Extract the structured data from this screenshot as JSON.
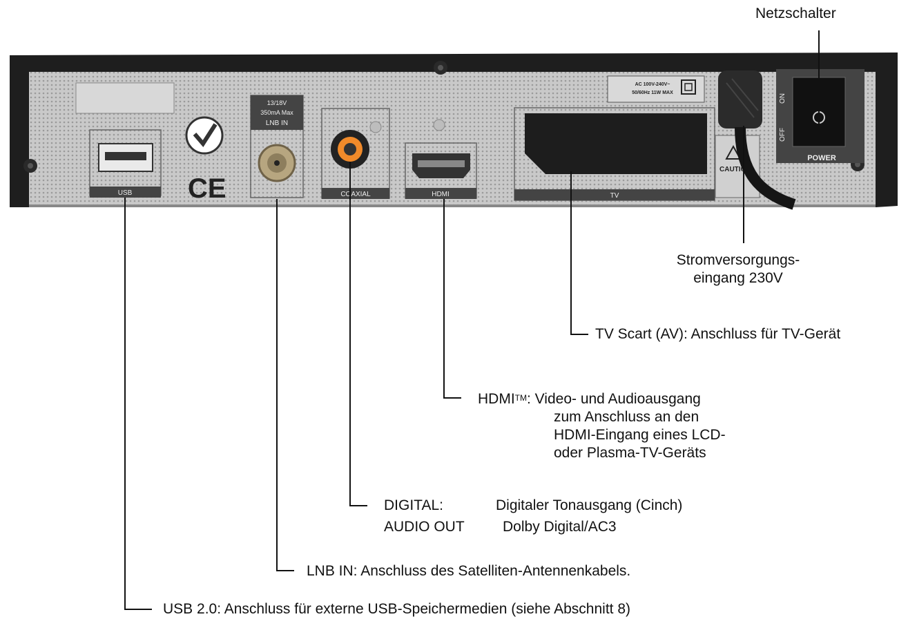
{
  "device": {
    "panel_labels": {
      "lnb_spec_1": "13/18V",
      "lnb_spec_2": "350mA Max",
      "lnb_in": "LNB IN",
      "usb": "USB",
      "coaxial": "COAXIAL",
      "hdmi": "HDMI",
      "tv": "TV",
      "on": "ON",
      "off": "OFF",
      "power": "POWER",
      "ac_spec_1": "AC 100V-240V~",
      "ac_spec_2": "50/60Hz 11W MAX",
      "caution": "CAUTION",
      "ce": "CE"
    }
  },
  "callouts": {
    "power_switch": "Netzschalter",
    "power_input_1": "Stromversorgungs-",
    "power_input_2": "eingang 230V",
    "tv_scart": "TV Scart (AV): Anschluss für TV-Gerät",
    "hdmi": {
      "prefix": "HDMI",
      "sup": "TM",
      "line1": ": Video- und Audioausgang",
      "line2": "zum Anschluss an den",
      "line3": "HDMI-Eingang eines LCD-",
      "line4": "oder Plasma-TV-Geräts"
    },
    "digital": {
      "label1": "DIGITAL:",
      "label2": "AUDIO OUT",
      "desc1": "Digitaler Tonausgang (Cinch)",
      "desc2": "Dolby Digital/AC3"
    },
    "lnb_in": "LNB IN: Anschluss des Satelliten-Antennenkabels.",
    "usb": "USB 2.0: Anschluss für externe USB-Speichermedien (siehe Abschnitt 8)"
  }
}
